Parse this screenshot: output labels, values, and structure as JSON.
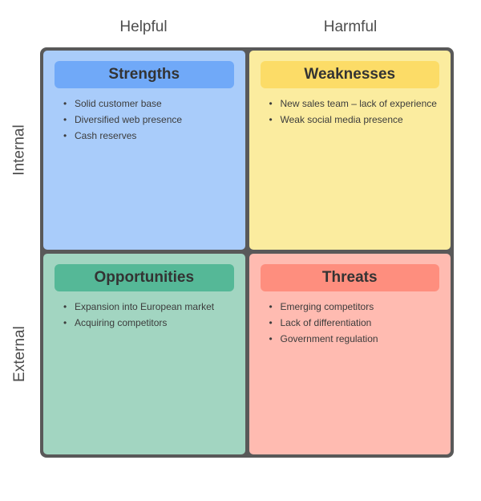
{
  "axes": {
    "top": [
      "Helpful",
      "Harmful"
    ],
    "left": [
      "Internal",
      "External"
    ]
  },
  "icons": {
    "bullet": "•"
  },
  "colors": {
    "page_background": "#ffffff",
    "frame": "#595959",
    "axis_text": "#4d4d4d",
    "title_text": "#333333",
    "item_text": "#3c3c3c"
  },
  "quadrants": [
    {
      "title": "Strengths",
      "body_color": "#a9ccfa",
      "header_color": "#70a9f8",
      "items": [
        "Solid customer base",
        "Diversified web presence",
        "Cash reserves"
      ]
    },
    {
      "title": "Weaknesses",
      "body_color": "#fbec9f",
      "header_color": "#fcdc67",
      "items": [
        "New sales team – lack of experience",
        "Weak social media presence"
      ]
    },
    {
      "title": "Opportunities",
      "body_color": "#a2d5c1",
      "header_color": "#55b897",
      "items": [
        "Expansion into European market",
        "Acquiring competitors"
      ]
    },
    {
      "title": "Threats",
      "body_color": "#ffbbb1",
      "header_color": "#fe8e7e",
      "items": [
        "Emerging competitors",
        "Lack of differentiation",
        "Government regulation"
      ]
    }
  ]
}
